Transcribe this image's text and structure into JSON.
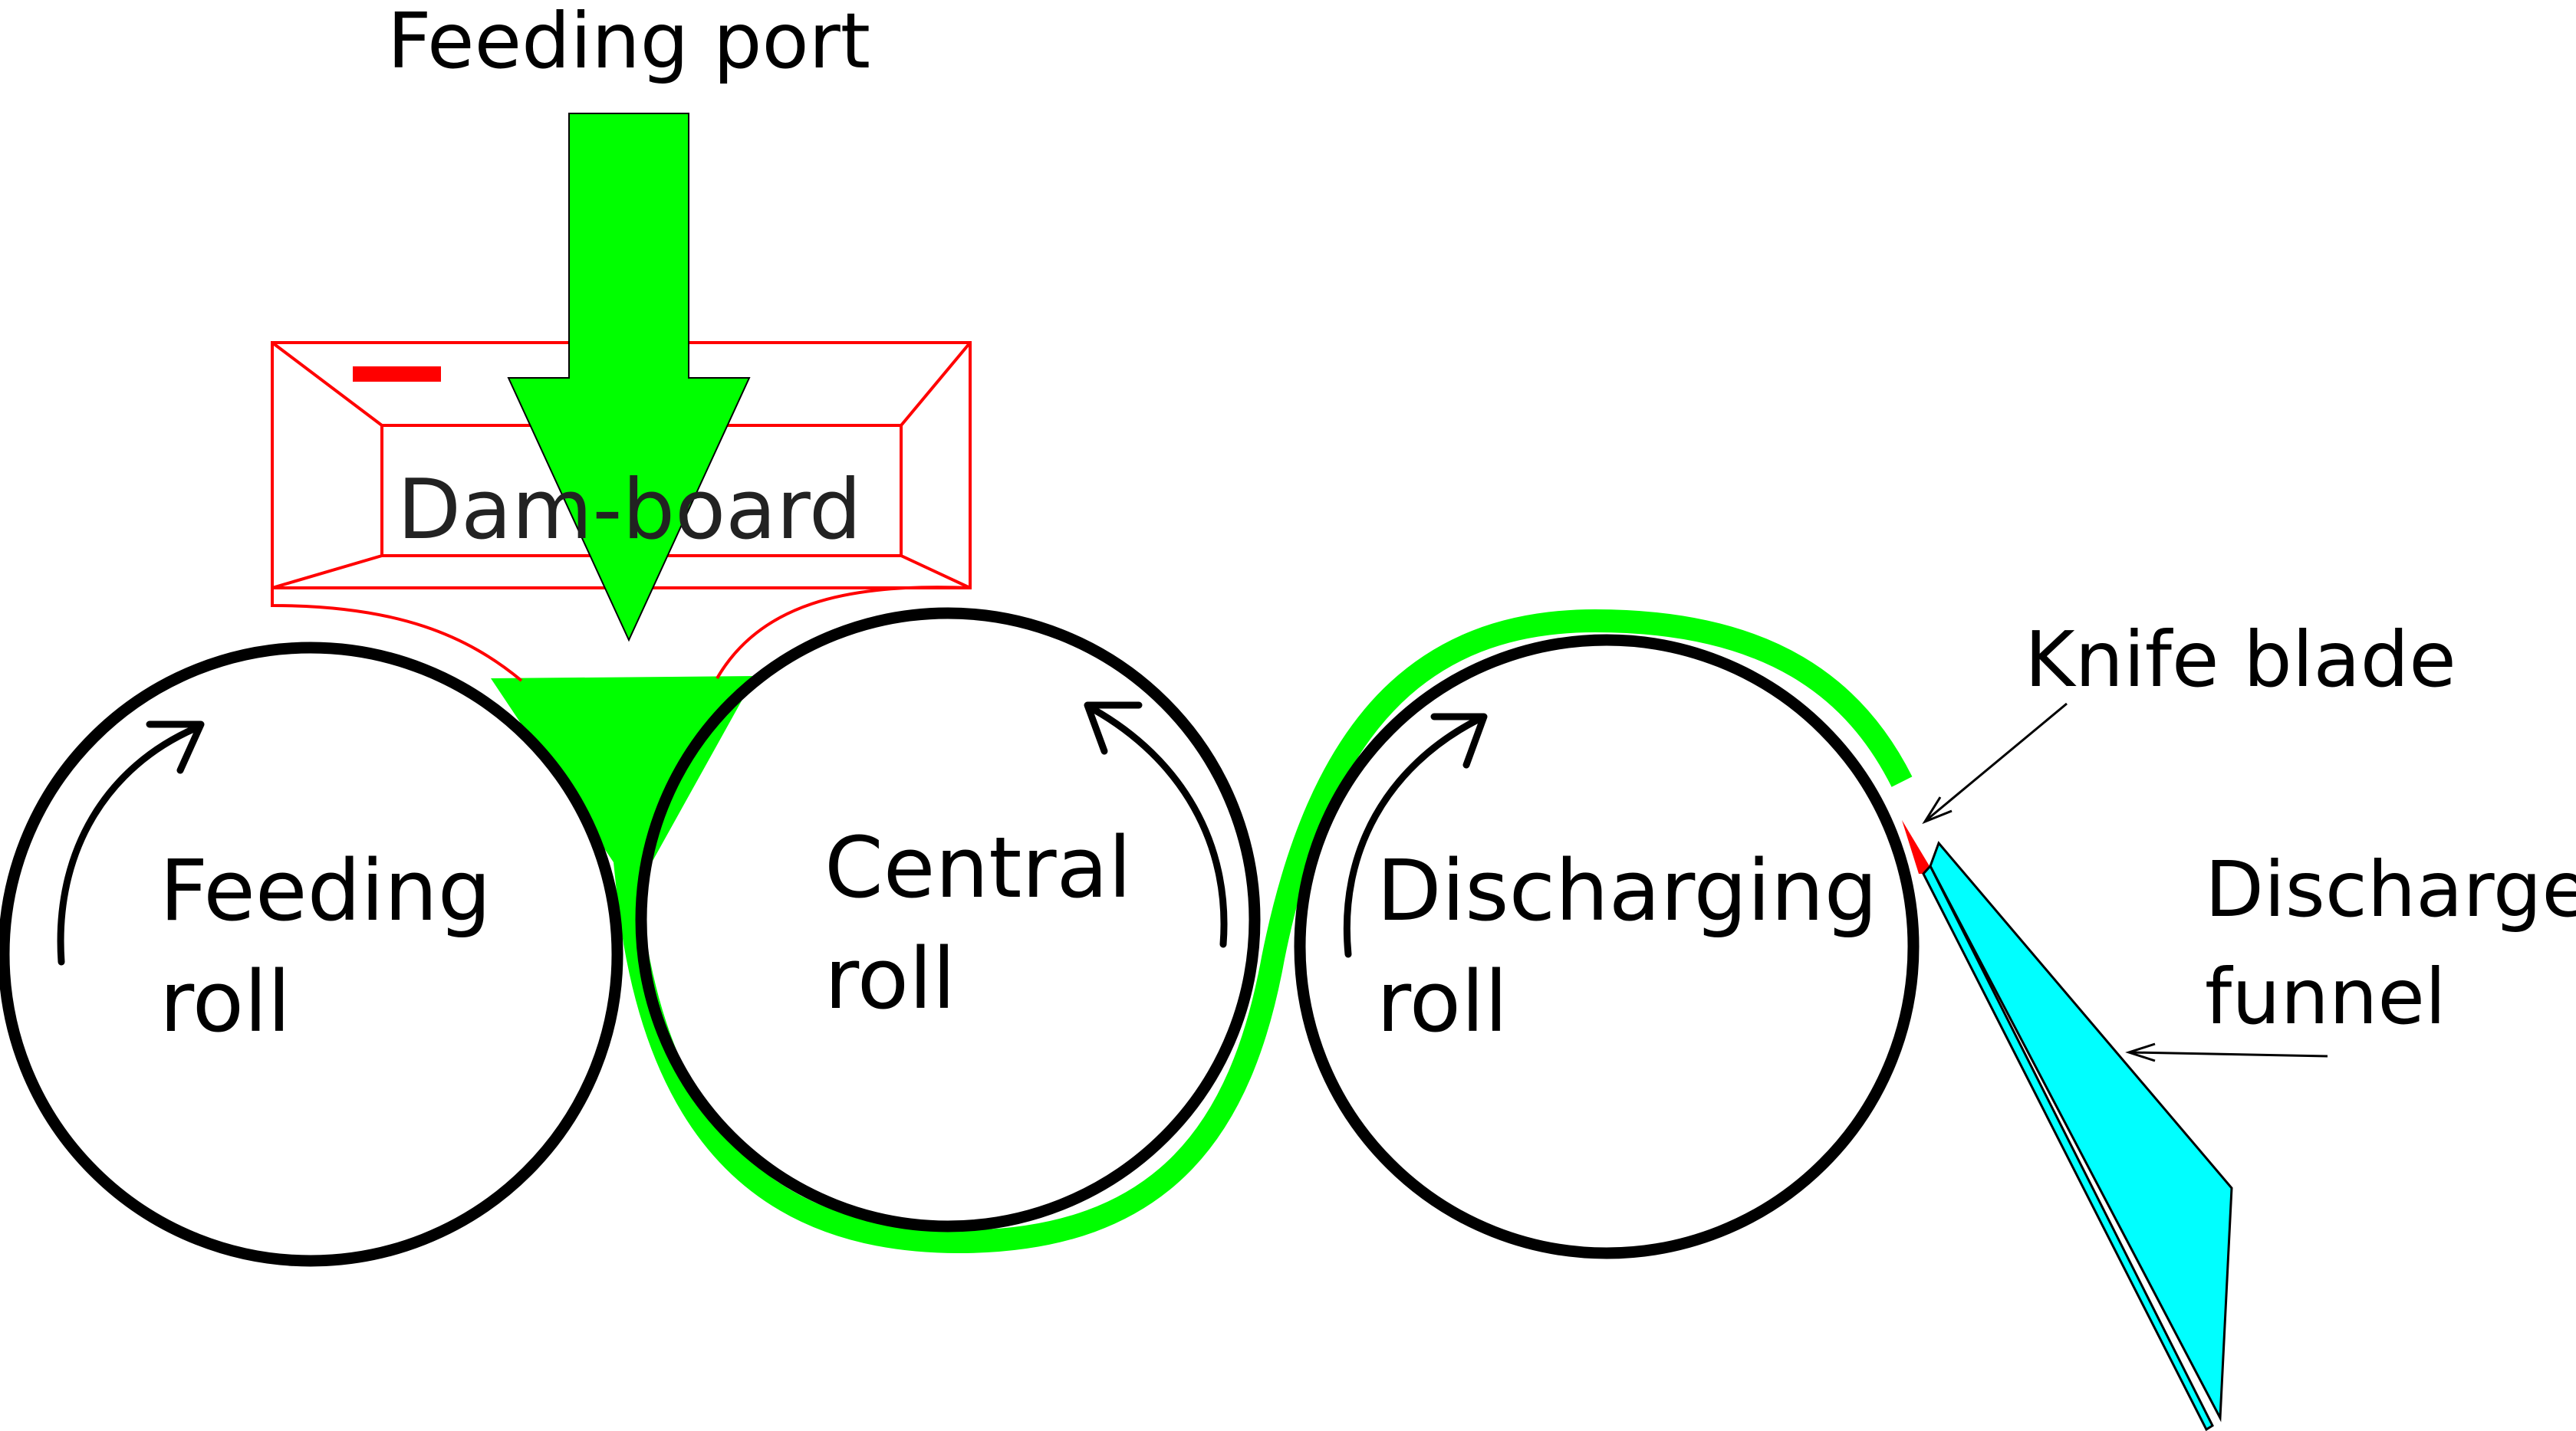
{
  "labels": {
    "feeding_port": "Feeding port",
    "dam_board": "Dam-board",
    "feeding_roll_line1": "Feeding",
    "feeding_roll_line2": "roll",
    "central_roll_line1": "Central",
    "central_roll_line2": "roll",
    "discharging_roll_line1": "Discharging",
    "discharging_roll_line2": "roll",
    "knife_blade": "Knife blade",
    "discharge_funnel_line1": "Discharge",
    "discharge_funnel_line2": "funnel"
  },
  "colors": {
    "material": "#00ff00",
    "dam_board": "#ff0000",
    "knife_blade": "#ff0000",
    "funnel": "#00ffff",
    "roll": "#000000"
  }
}
